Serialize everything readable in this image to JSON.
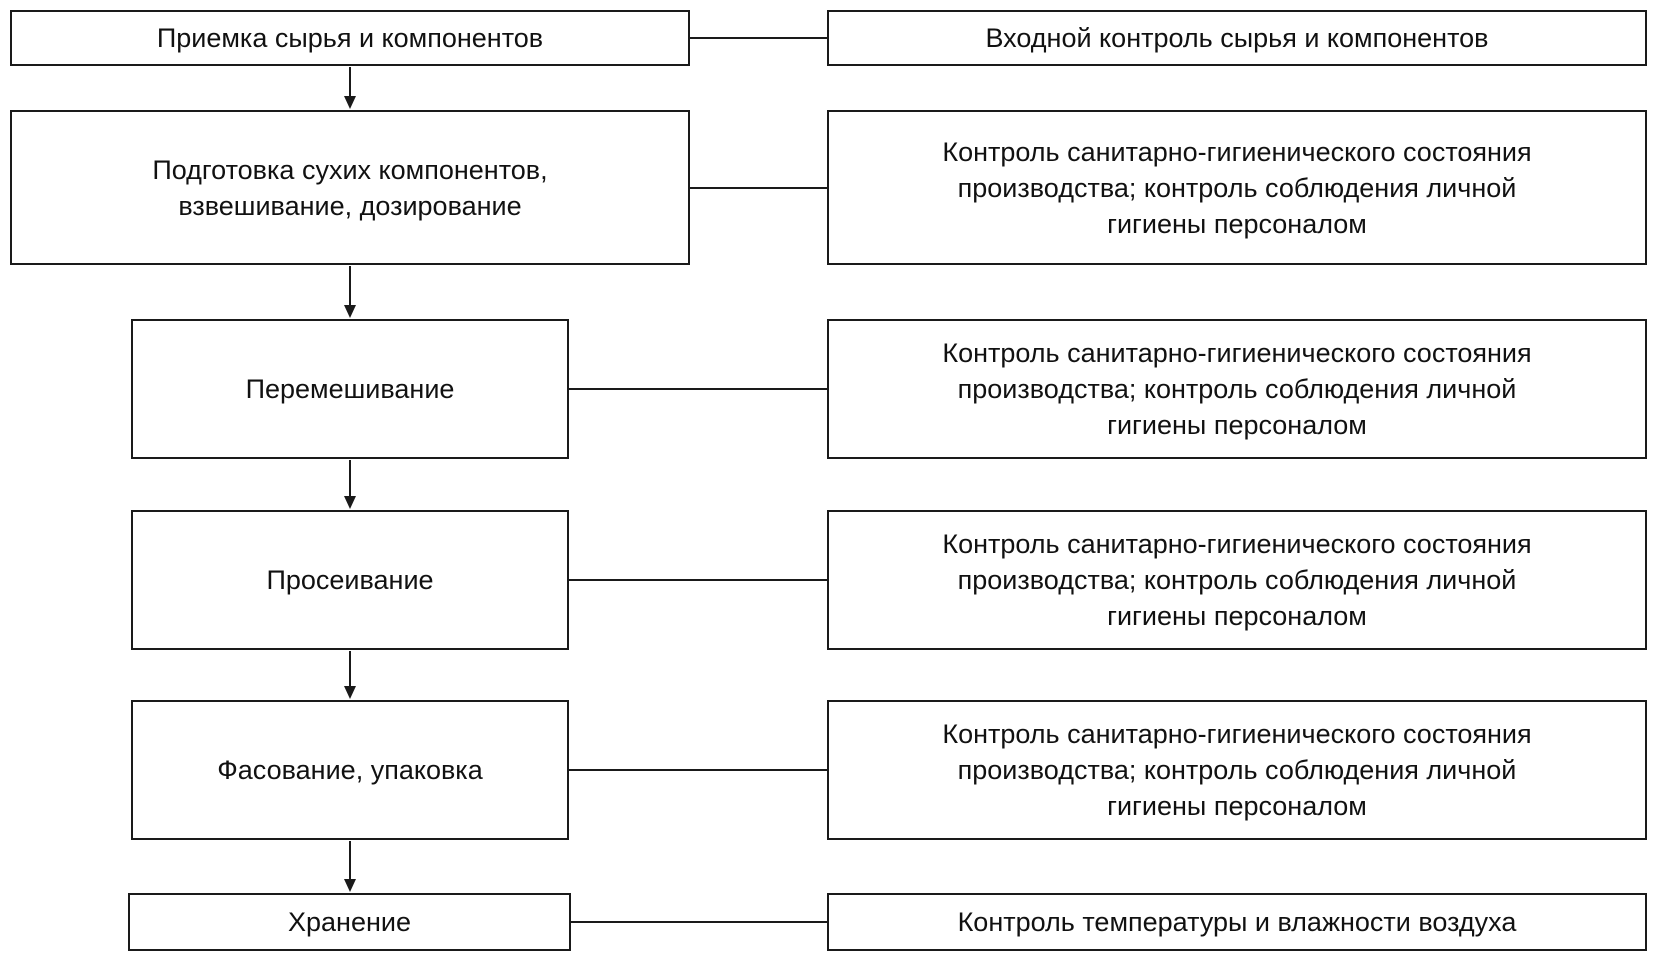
{
  "steps": [
    {
      "label": "Приемка сырья и компонентов"
    },
    {
      "label": "Подготовка сухих компонентов,\nвзвешивание, дозирование"
    },
    {
      "label": "Перемешивание"
    },
    {
      "label": "Просеивание"
    },
    {
      "label": "Фасование, упаковка"
    },
    {
      "label": "Хранение"
    }
  ],
  "controls": [
    {
      "label": "Входной контроль сырья и компонентов"
    },
    {
      "label": "Контроль санитарно-гигиенического состояния\nпроизводства; контроль соблюдения личной\nгигиены персоналом"
    },
    {
      "label": "Контроль санитарно-гигиенического состояния\nпроизводства; контроль соблюдения личной\nгигиены персоналом"
    },
    {
      "label": "Контроль санитарно-гигиенического состояния\nпроизводства; контроль соблюдения личной\nгигиены персоналом"
    },
    {
      "label": "Контроль санитарно-гигиенического состояния\nпроизводства; контроль соблюдения личной\nгигиены персоналом"
    },
    {
      "label": "Контроль температуры и влажности воздуха"
    }
  ]
}
